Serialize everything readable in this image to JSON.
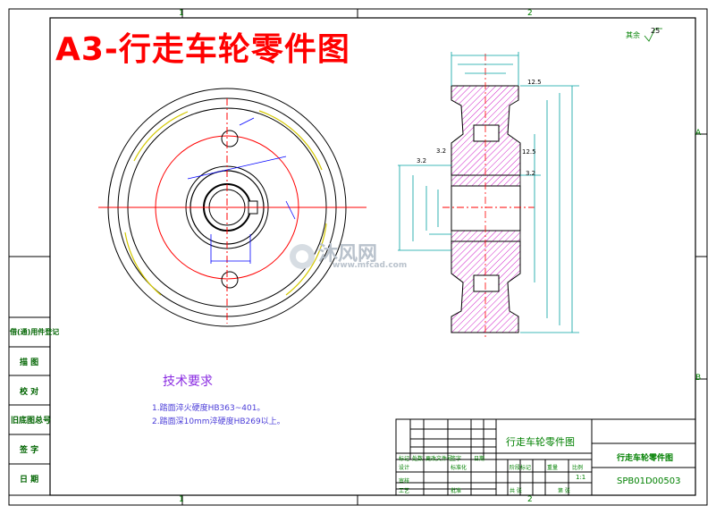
{
  "title": "A3-行走车轮零件图",
  "roughness_note": "其余",
  "roughness_value": "25",
  "grid_top": [
    "1",
    "2"
  ],
  "grid_bottom": [
    "1",
    "2"
  ],
  "grid_right": [
    "A",
    "B"
  ],
  "tech_heading": "技术要求",
  "requirements": [
    "1.踏面淬火硬度HB363~401。",
    "2.踏面深10mm淬硬度HB269以上。"
  ],
  "left_labels": [
    "借(通)用件登记",
    "描 图",
    "校 对",
    "旧底图总号",
    "签 字",
    "日 期"
  ],
  "titleblock": {
    "part_name": "行走车轮零件图",
    "drawing_name": "行走车轮零件图",
    "drawing_no": "SPB01D00503",
    "scale": "1:1",
    "mark": "标记",
    "count": "处数",
    "change_doc": "更改文件号",
    "signature": "签字",
    "date": "日期",
    "design": "设计",
    "standardize": "标准化",
    "check": "审核",
    "process": "工艺",
    "approve": "批准",
    "stage_mark": "阶段标记",
    "weight": "重量",
    "ratio": "比例",
    "sheet": "共 张",
    "page": "第 张"
  },
  "roughness_marks": [
    "12.5",
    "3.2",
    "12.5",
    "3.2",
    "3.2"
  ],
  "watermark": {
    "text": "沐风网",
    "url": "www.mfcad.com"
  },
  "colors": {
    "title": "#ff0000",
    "frame": "#000000",
    "hatch": "#d01ec8",
    "dim": "#00a0a0",
    "red": "#ff0000",
    "yellow": "#d4c800",
    "green": "#008000",
    "blue": "#0000ff"
  }
}
